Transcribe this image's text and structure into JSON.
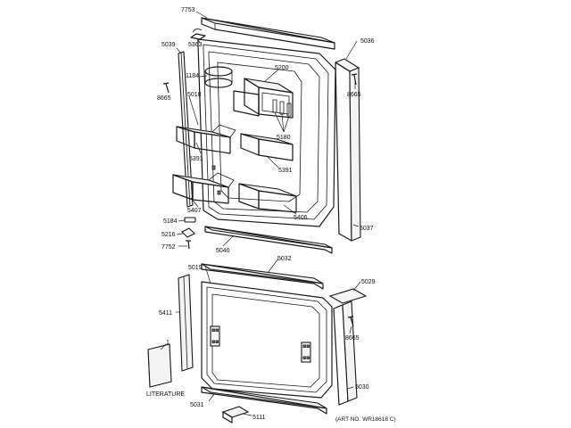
{
  "diagram": {
    "art_number": "(ART NO. WR18618 C)",
    "callouts": {
      "c7753": "7753",
      "c5363": "5363",
      "c5039": "5039",
      "c5036": "5036",
      "c1184": "1184",
      "c5200": "5200",
      "c8665a": "8665",
      "c8665b": "8665",
      "c5018": "5018",
      "c5180": "5180",
      "c5391a": "5391",
      "c5391b": "5391",
      "c5407": "5407",
      "c5406": "5406",
      "c5184": "5184",
      "c5216": "5216",
      "c7752": "7752",
      "c5040": "5040",
      "c5037": "5037",
      "c5032": "5032",
      "c5019": "5019",
      "c5029": "5029",
      "c5411": "5411",
      "c8665c": "8665",
      "c1": "1",
      "literature": "LITERATURE",
      "c5030": "5030",
      "c5031": "5031",
      "c5111": "5111"
    }
  }
}
